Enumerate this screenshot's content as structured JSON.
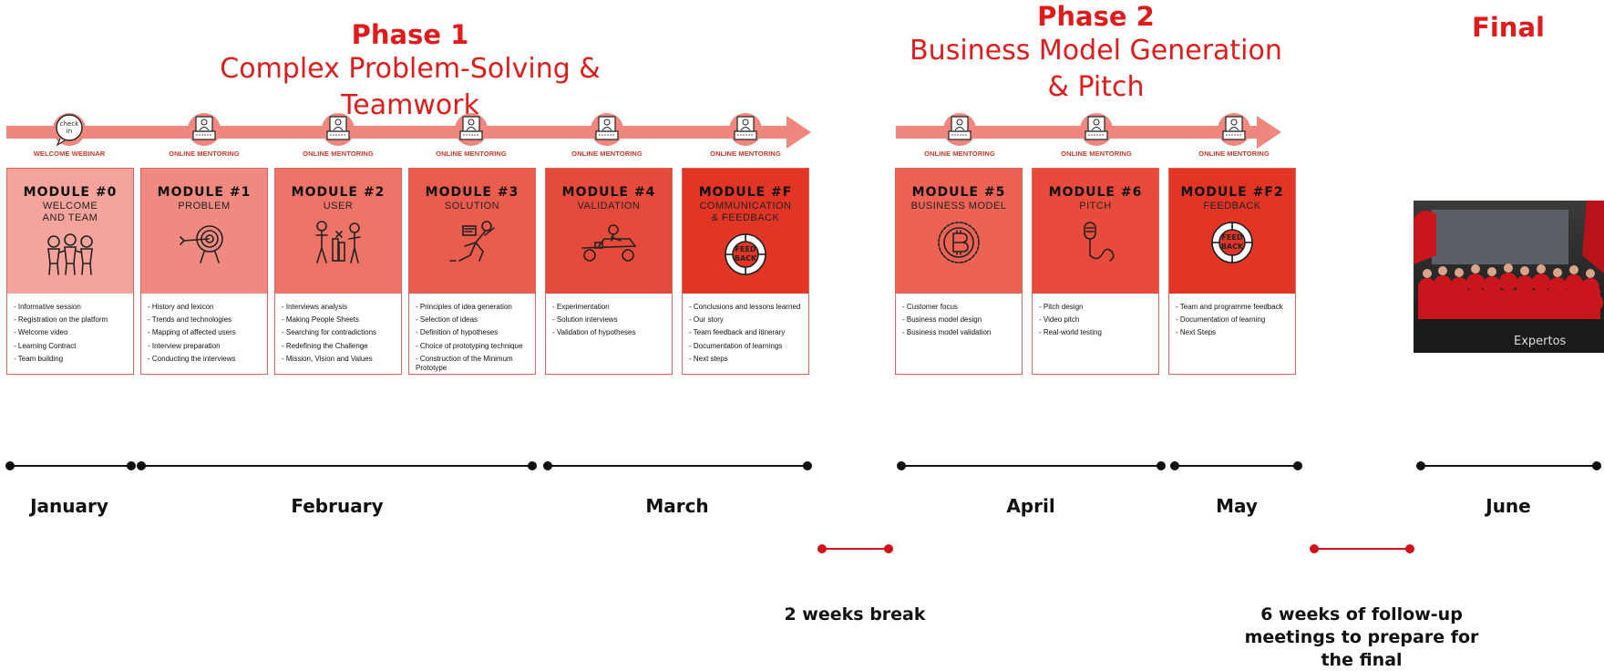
{
  "phases": [
    {
      "label": "Phase 1",
      "subtitle": "Complex Problem-Solving & Teamwork"
    },
    {
      "label": "Phase 2",
      "subtitle": "Business Model Generation & Pitch"
    },
    {
      "label": "Final",
      "subtitle": ""
    }
  ],
  "events": [
    {
      "label": "WELCOME WEBINAR",
      "icon": "check-in-icon"
    },
    {
      "label": "ONLINE MENTORING",
      "icon": "laptop-mentor-icon"
    },
    {
      "label": "ONLINE MENTORING",
      "icon": "laptop-mentor-icon"
    },
    {
      "label": "ONLINE MENTORING",
      "icon": "laptop-mentor-icon"
    },
    {
      "label": "ONLINE MENTORING",
      "icon": "laptop-mentor-icon"
    },
    {
      "label": "ONLINE MENTORING",
      "icon": "laptop-mentor-icon"
    },
    {
      "label": "ONLINE MENTORING",
      "icon": "laptop-mentor-icon"
    },
    {
      "label": "ONLINE MENTORING",
      "icon": "laptop-mentor-icon"
    },
    {
      "label": "ONLINE MENTORING",
      "icon": "laptop-mentor-icon"
    }
  ],
  "modules": [
    {
      "title": "MODULE #0",
      "subtitle_line1": "WELCOME",
      "subtitle_line2": "AND TEAM",
      "color": "#f4a49c",
      "icon": "team-people-icon",
      "items": [
        "- Informative session",
        "- Registration on the platform",
        "- Welcome video",
        "- Learning Contract",
        "- Team building"
      ]
    },
    {
      "title": "MODULE #1",
      "subtitle_line1": "PROBLEM",
      "subtitle_line2": "",
      "color": "#f08a80",
      "icon": "target-icon",
      "items": [
        "- History and lexicon",
        "- Trends and technologies",
        "- Mapping of affected users",
        "- Interview preparation",
        "- Conducting the interviews"
      ]
    },
    {
      "title": "MODULE #2",
      "subtitle_line1": "USER",
      "subtitle_line2": "",
      "color": "#ee7468",
      "icon": "user-interview-icon",
      "items": [
        "- Interviews analysis",
        "- Making People Sheets",
        "- Searching for contradictions",
        "- Redefining the Challenge",
        "- Mission, Vision and Values"
      ]
    },
    {
      "title": "MODULE #3",
      "subtitle_line1": "SOLUTION",
      "subtitle_line2": "",
      "color": "#e95c4e",
      "icon": "idea-runner-icon",
      "items": [
        "- Principles of idea generation",
        "- Selection of ideas",
        "- Definition of hypotheses",
        "- Choice of prototyping technique",
        "- Construction of the Minimum",
        "Prototype"
      ]
    },
    {
      "title": "MODULE #4",
      "subtitle_line1": "VALIDATION",
      "subtitle_line2": "",
      "color": "#e54a3b",
      "icon": "go-kart-icon",
      "items": [
        "- Experimentation",
        "- Solution interviews",
        "- Validation of hypotheses"
      ]
    },
    {
      "title": "MODULE #F",
      "subtitle_line1": "COMMUNICATION",
      "subtitle_line2": "& FEEDBACK",
      "color": "#e23526",
      "icon": "feedback-icon",
      "items": [
        "- Conclusions and lessons learned",
        "- Our story",
        "- Team feedback and itinerary",
        "- Documentation of learnings",
        "- Next steps"
      ]
    },
    {
      "title": "MODULE #5",
      "subtitle_line1": "BUSINESS MODEL",
      "subtitle_line2": "",
      "color": "#ec6254",
      "icon": "bitcoin-icon",
      "items": [
        "- Customer focus",
        "- Business model design",
        "- Business model validation"
      ]
    },
    {
      "title": "MODULE #6",
      "subtitle_line1": "PITCH",
      "subtitle_line2": "",
      "color": "#e84a3c",
      "icon": "microphone-icon",
      "items": [
        "- Pitch design",
        "- Video pitch",
        "- Real-world testing"
      ]
    },
    {
      "title": "MODULE #F2",
      "subtitle_line1": "FEEDBACK",
      "subtitle_line2": "",
      "color": "#e23526",
      "icon": "feedback-icon",
      "items": [
        "- Team and programme feedback",
        "- Documentation of learning",
        "- Next Steps"
      ]
    }
  ],
  "months": [
    "January",
    "February",
    "March",
    "April",
    "May",
    "June"
  ],
  "breaks": [
    "2 weeks break",
    "6 weeks of follow-up meetings to prepare for the final"
  ],
  "photo": {
    "caption": "Expertos",
    "icon": "event-group-photo"
  },
  "colors": {
    "accent": "#e01b1b",
    "arrow": "#f0877e",
    "break_line": "#d0101a"
  }
}
